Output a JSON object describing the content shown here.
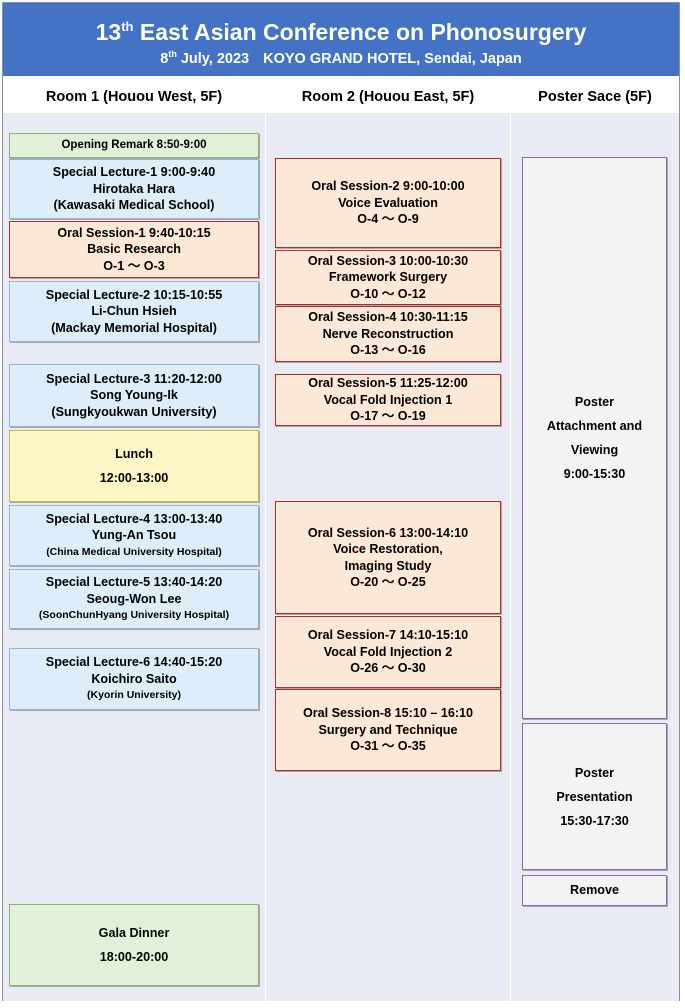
{
  "header": {
    "title_pre": "13",
    "title_sup": "th",
    "title_post": " East Asian Conference on Phonosurgery",
    "date_pre": "8",
    "date_sup": "th",
    "date_post": " July, 2023",
    "venue": "KOYO GRAND HOTEL, Sendai, Japan"
  },
  "rooms": [
    "Room 1 (Houou West, 5F)",
    "Room 2 (Houou East, 5F)",
    "Poster Sace (5F)"
  ],
  "room1": {
    "opening": "Opening Remark 8:50-9:00",
    "sl1": {
      "title": "Special Lecture-1  9:00-9:40",
      "speaker": "Hirotaka Hara",
      "affil": "(Kawasaki Medical School)"
    },
    "os1": {
      "title": "Oral Session-1 9:40-10:15",
      "topic": "Basic Research",
      "range": "O-1 〜 O-3"
    },
    "sl2": {
      "title": "Special Lecture-2  10:15-10:55",
      "speaker": "Li-Chun Hsieh",
      "affil": "(Mackay Memorial Hospital)"
    },
    "sl3": {
      "title": "Special Lecture-3  11:20-12:00",
      "speaker": "Song Young-Ik",
      "affil": "(Sungkyoukwan University)"
    },
    "lunch": {
      "label": "Lunch",
      "time": "12:00-13:00"
    },
    "sl4": {
      "title": "Special Lecture-4  13:00-13:40",
      "speaker": "Yung-An Tsou",
      "affil": "(China Medical University Hospital)"
    },
    "sl5": {
      "title": "Special Lecture-5  13:40-14:20",
      "speaker": "Seoug-Won Lee",
      "affil": "(SoonChunHyang University Hospital)"
    },
    "sl6": {
      "title": "Special Lecture-6  14:40-15:20",
      "speaker": "Koichiro Saito",
      "affil": "(Kyorin University)"
    },
    "gala": {
      "label": "Gala Dinner",
      "time": "18:00-20:00"
    }
  },
  "room2": {
    "os2": {
      "title": "Oral Session-2  9:00-10:00",
      "topic": "Voice Evaluation",
      "range": "O-4 〜 O-9"
    },
    "os3": {
      "title": "Oral Session-3  10:00-10:30",
      "topic": "Framework Surgery",
      "range": "O-10 〜 O-12"
    },
    "os4": {
      "title": "Oral Session-4  10:30-11:15",
      "topic": "Nerve Reconstruction",
      "range": "O-13 〜 O-16"
    },
    "os5": {
      "title": "Oral Session-5  11:25-12:00",
      "topic": "Vocal Fold Injection 1",
      "range": "O-17 〜 O-19"
    },
    "os6": {
      "title": "Oral Session-6  13:00-14:10",
      "topic": "Voice Restoration,",
      "topic2": "Imaging Study",
      "range": "O-20 〜 O-25"
    },
    "os7": {
      "title": "Oral Session-7  14:10-15:10",
      "topic": "Vocal Fold Injection 2",
      "range": "O-26 〜 O-30"
    },
    "os8": {
      "title": "Oral Session-8  15:10 – 16:10",
      "topic": "Surgery and Technique",
      "range": "O-31 〜 O-35"
    }
  },
  "poster": {
    "viewing": {
      "l1": "Poster",
      "l2": "Attachment and",
      "l3": "Viewing",
      "time": "9:00-15:30"
    },
    "presentation": {
      "l1": "Poster",
      "l2": "Presentation",
      "time": "15:30-17:30"
    },
    "remove": "Remove"
  }
}
